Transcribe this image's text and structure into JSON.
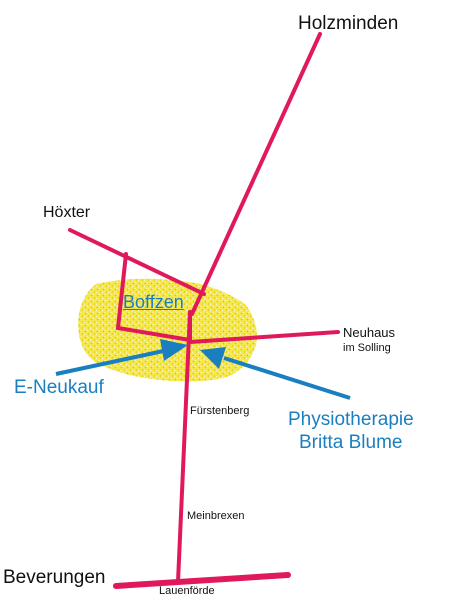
{
  "colors": {
    "road": "#e0195a",
    "arrow": "#1a7fc0",
    "area": "#f2e23a",
    "area_dot": "#e6c21a",
    "text": "#111111",
    "accent_text": "#1a7fc0"
  },
  "places": {
    "holzminden": "Holzminden",
    "hoexter": "Höxter",
    "boffzen": "Boffzen",
    "neuhaus": "Neuhaus",
    "neuhaus_sub": "im Solling",
    "e_neukauf": "E-Neukauf",
    "fuerstenberg": "Fürstenberg",
    "physio_line1": "Physiotherapie",
    "physio_line2": "Britta Blume",
    "meinbrexen": "Meinbrexen",
    "beverungen": "Beverungen",
    "lauenfoerde": "Lauenförde"
  }
}
